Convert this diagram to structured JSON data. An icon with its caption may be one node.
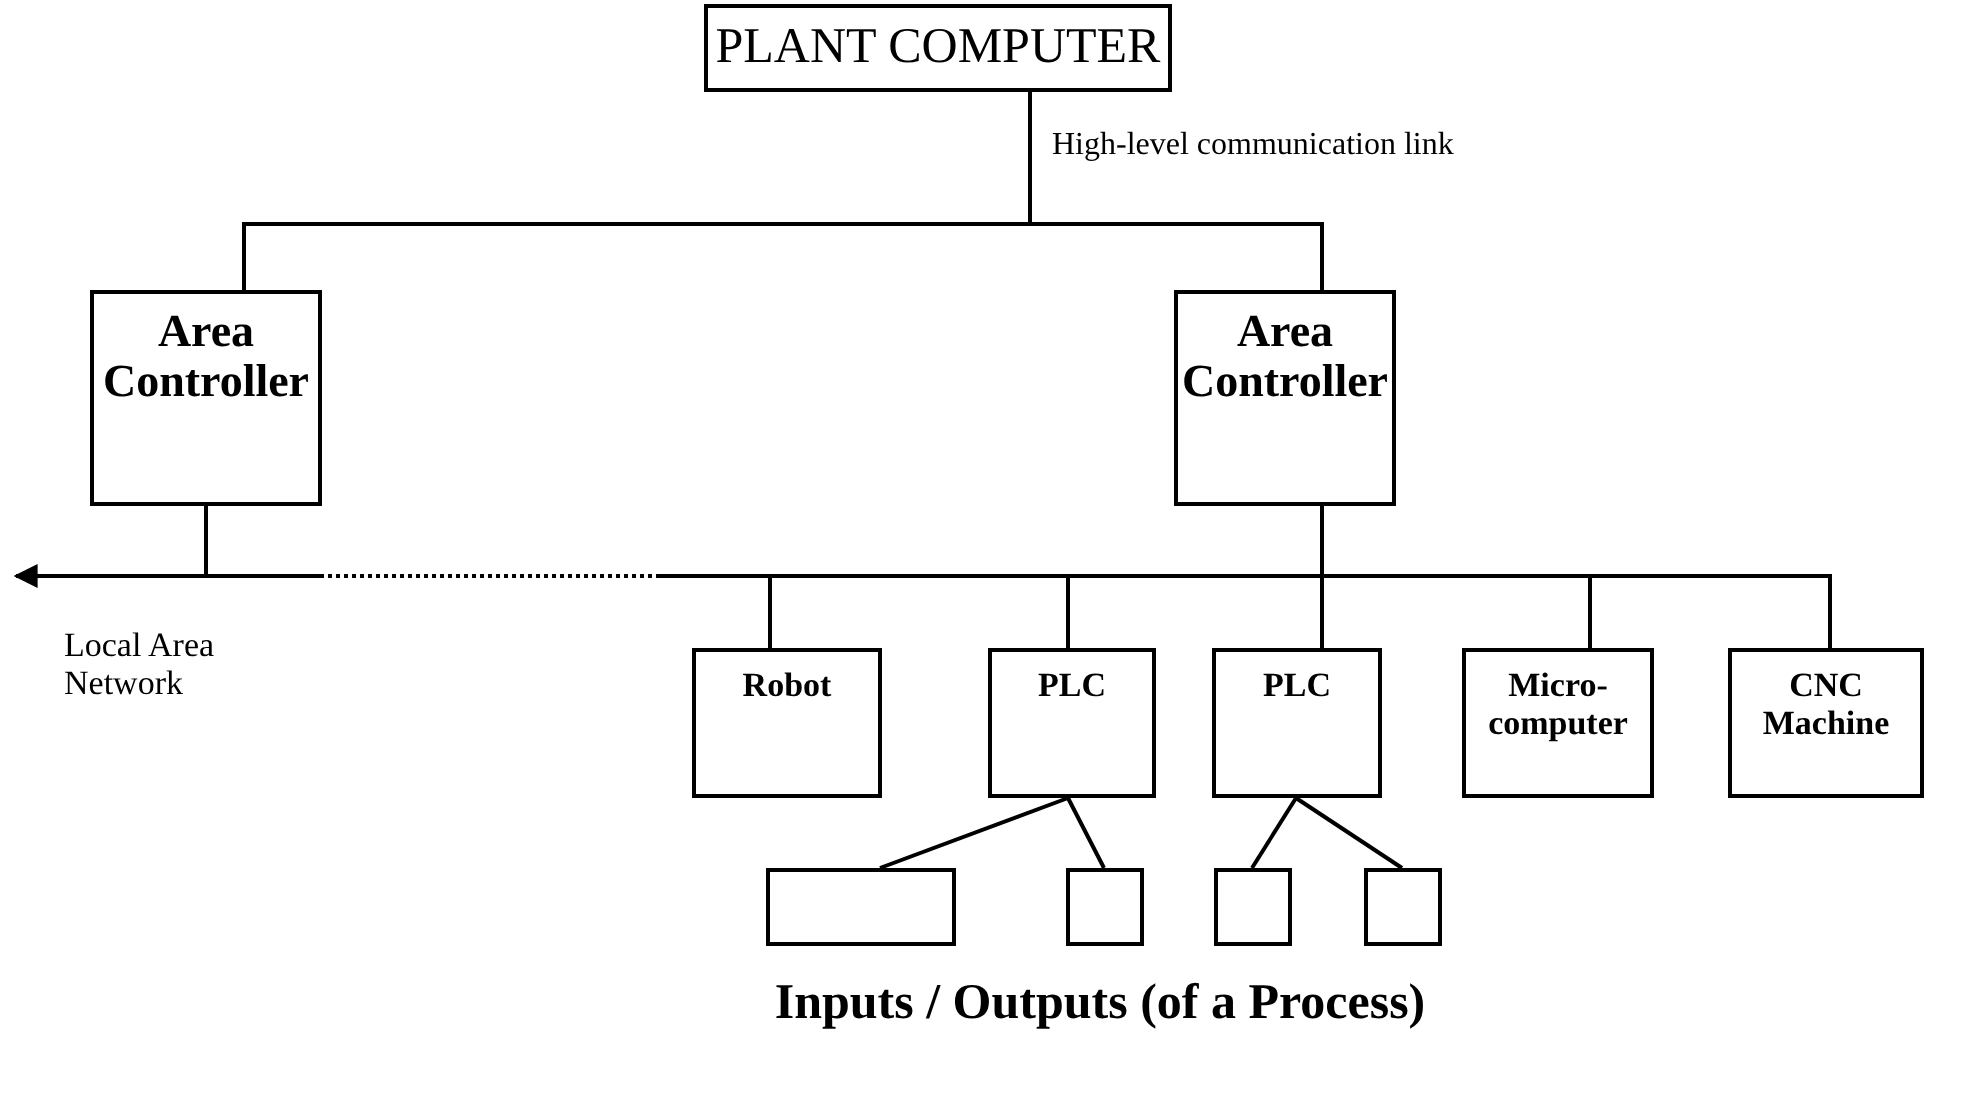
{
  "diagram": {
    "nodes": [
      {
        "text": [
          "PLANT COMPUTER"
        ]
      },
      {
        "text": [
          "Area Controller"
        ]
      },
      {
        "text": [
          "Area Controller"
        ]
      },
      {
        "text": [
          "Robot"
        ]
      },
      {
        "text": [
          "PLC"
        ]
      },
      {
        "text": [
          "PLC"
        ]
      },
      {
        "text": [
          "Micro-computer"
        ]
      },
      {
        "text": [
          "CNC Machine"
        ]
      },
      {
        "text": [],
        "shape": "box"
      },
      {
        "text": [],
        "shape": "box"
      },
      {
        "text": [],
        "shape": "box"
      },
      {
        "text": [],
        "shape": "box"
      }
    ],
    "edges": [
      {
        "from": 0,
        "to": 1,
        "arrow": "none",
        "label": "High-level communication link"
      },
      {
        "from": 0,
        "to": 2,
        "arrow": "none"
      },
      {
        "from": 1,
        "to": null,
        "arrow": "to"
      },
      {
        "from": 1,
        "to": 3,
        "arrow": "none",
        "style": "dashed"
      },
      {
        "from": 2,
        "to": 3,
        "arrow": "none"
      },
      {
        "from": 2,
        "to": 4,
        "arrow": "none"
      },
      {
        "from": 2,
        "to": 5,
        "arrow": "none"
      },
      {
        "from": 2,
        "to": 6,
        "arrow": "none"
      },
      {
        "from": 2,
        "to": 7,
        "arrow": "none"
      },
      {
        "from": 4,
        "to": 8,
        "arrow": "none"
      },
      {
        "from": 4,
        "to": 9,
        "arrow": "none"
      },
      {
        "from": 5,
        "to": 10,
        "arrow": "none"
      },
      {
        "from": 5,
        "to": 11,
        "arrow": "none"
      }
    ],
    "labels": [
      "Local Area Network",
      "Inputs / Outputs (of a Process)"
    ]
  }
}
